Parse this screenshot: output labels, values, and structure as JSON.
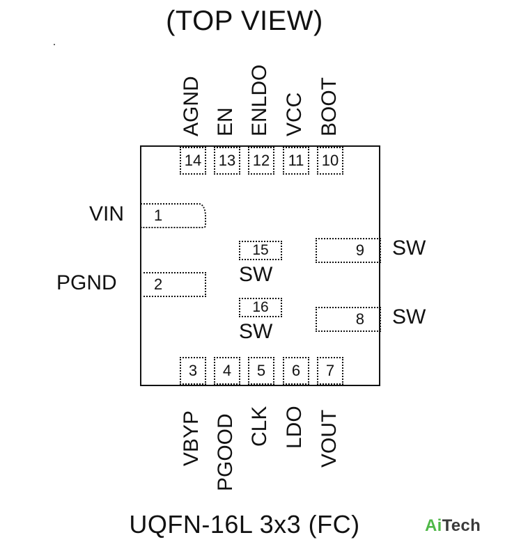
{
  "title": "(TOP VIEW)",
  "footer": "UQFN-16L 3x3 (FC)",
  "logo": {
    "ai": "Ai",
    "tech": "Tech",
    "ai_color": "#4fb848"
  },
  "top_pins": [
    {
      "num": "14",
      "name": "AGND"
    },
    {
      "num": "13",
      "name": "EN"
    },
    {
      "num": "12",
      "name": "ENLDO"
    },
    {
      "num": "11",
      "name": "VCC"
    },
    {
      "num": "10",
      "name": "BOOT"
    }
  ],
  "bottom_pins": [
    {
      "num": "3",
      "name": "VBYP"
    },
    {
      "num": "4",
      "name": "PGOOD"
    },
    {
      "num": "5",
      "name": "CLK"
    },
    {
      "num": "6",
      "name": "LDO"
    },
    {
      "num": "7",
      "name": "VOUT"
    }
  ],
  "left_pins": [
    {
      "num": "1",
      "name": "VIN"
    },
    {
      "num": "2",
      "name": "PGND"
    }
  ],
  "right_pins": [
    {
      "num": "9",
      "name": "SW"
    },
    {
      "num": "8",
      "name": "SW"
    }
  ],
  "center_pins": [
    {
      "num": "15",
      "name": "SW"
    },
    {
      "num": "16",
      "name": "SW"
    }
  ]
}
